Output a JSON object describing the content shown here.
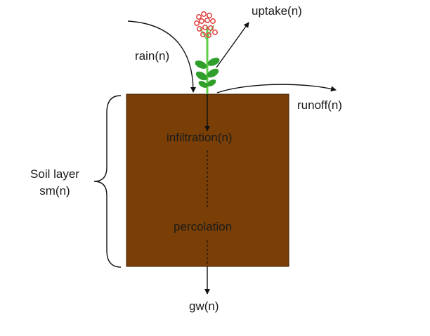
{
  "labels": {
    "uptake": "uptake(n)",
    "rain": "rain(n)",
    "runoff": "runoff(n)",
    "infiltration": "infiltration(n)",
    "percolation": "percolation",
    "gw": "gw(n)",
    "soil_layer": "Soil layer",
    "soil_moisture": "sm(n)"
  },
  "colors": {
    "soil": "#7a3f06",
    "stem": "#5fcf4a",
    "leaf": "#2f9e2a",
    "flower": "#e23b3b",
    "line": "#111111"
  }
}
